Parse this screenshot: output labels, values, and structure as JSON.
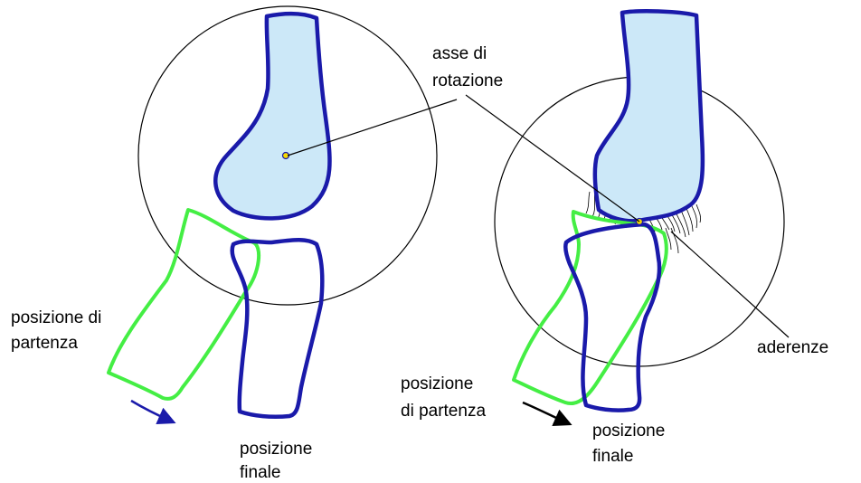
{
  "labels": {
    "axis_line1": "asse di",
    "axis_line2": "rotazione",
    "left_start_line1": "posizione di",
    "left_start_line2": "partenza",
    "left_final_line1": "posizione",
    "left_final_line2": "finale",
    "adhesions": "aderenze",
    "right_start_line1": "posizione",
    "right_start_line2": "di partenza",
    "right_final_line1": "posizione",
    "right_final_line2": "finale"
  },
  "colors": {
    "bone_fill": "#cce8f8",
    "bone_outline": "#1a1aaa",
    "start_outline": "#44ee44",
    "final_outline": "#1a1aaa",
    "axis_dot": "#f5d800",
    "arrow_blue": "#1a1aaa",
    "arrow_black": "#000000"
  }
}
